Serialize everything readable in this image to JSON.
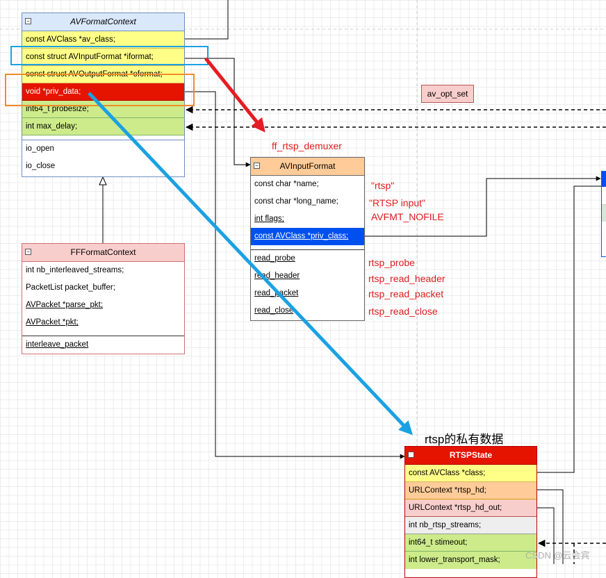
{
  "avformatcontext": {
    "title": "AVFormatContext",
    "fields": [
      "const AVClass *av_class;",
      "const struct AVInputFormat *iformat;",
      "const struct AVOutputFormat *oformat;",
      "void *priv_data;",
      "int64_t probesize;",
      "int max_delay;"
    ],
    "methods": [
      "io_open",
      "io_close"
    ]
  },
  "ffformatcontext": {
    "title": "FFFormatContext",
    "fields": [
      "int nb_interleaved_streams;",
      "PacketList packet_buffer;",
      "AVPacket *parse_pkt;",
      "AVPacket *pkt;"
    ],
    "methods": [
      "interleave_packet"
    ]
  },
  "avinputformat": {
    "title": "AVInputFormat",
    "fields": [
      "const char *name;",
      "const char *long_name;",
      "int flags;",
      "const AVClass *priv_class;"
    ],
    "methods": [
      "read_probe",
      "read_header",
      "read_packet",
      "read_close"
    ]
  },
  "rtspstate": {
    "title": "RTSPState",
    "fields": [
      "const AVClass *class;",
      "URLContext *rtsp_hd;",
      "URLContext *rtsp_hd_out;",
      "int nb_rtsp_streams;",
      "int64_t stimeout;",
      "int lower_transport_mask;"
    ]
  },
  "labels": {
    "demuxer": "ff_rtsp_demuxer",
    "name_val": "\"rtsp\"",
    "long_name_val": "\"RTSP input\"",
    "flags_val": "AVFMT_NOFILE",
    "read_probe_val": "rtsp_probe",
    "read_header_val": "rtsp_read_header",
    "read_packet_val": "rtsp_read_packet",
    "read_close_val": "rtsp_read_close",
    "av_opt_set": "av_opt_set",
    "private_data": "rtsp的私有数据",
    "watermark": "CSDN @云会宾"
  },
  "colors": {
    "yellow": "#ffff88",
    "green": "#cdeb8b",
    "red": "#e51400",
    "orange_fill": "#ffcc99",
    "pink": "#f8cecc",
    "blue_sel": "#0050ef",
    "header_blue": "#dae8fc",
    "arrow_red": "#e51c23",
    "arrow_blue": "#1ba1e2"
  }
}
